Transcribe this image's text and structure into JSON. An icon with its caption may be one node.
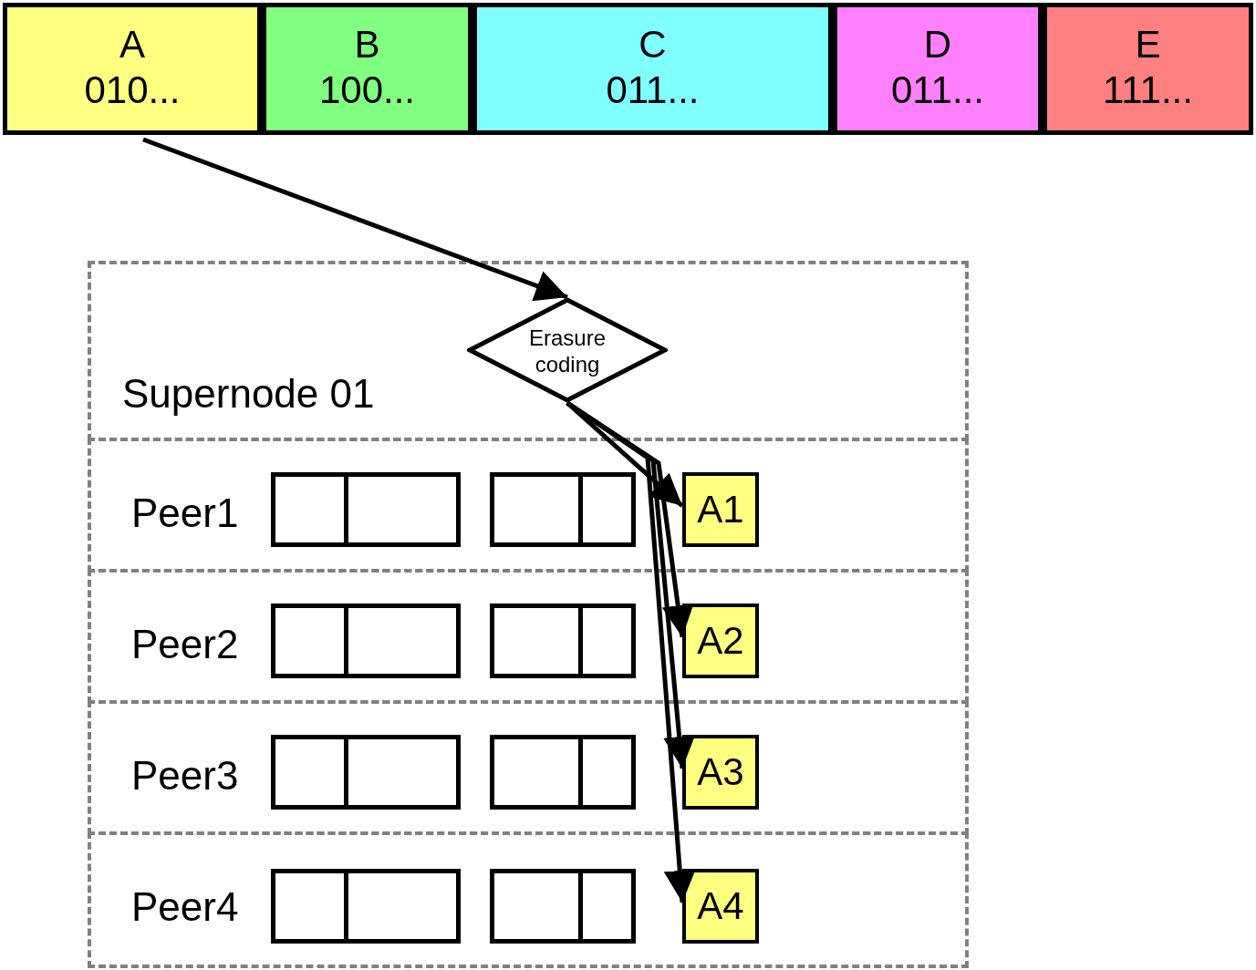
{
  "diagram": {
    "nodes": [
      {
        "text": [
          "A",
          "010..."
        ]
      },
      {
        "text": [
          "B",
          "100..."
        ]
      },
      {
        "text": [
          "C",
          "011..."
        ]
      },
      {
        "text": [
          "D",
          "011..."
        ]
      },
      {
        "text": [
          "E",
          "111..."
        ]
      },
      {
        "text": [
          "Supernode 01"
        ]
      },
      {
        "text": [
          "Erasure coding"
        ],
        "in": 5
      },
      {
        "text": [
          "Peer1"
        ]
      },
      {
        "text": [],
        "shape": "box",
        "in": 7
      },
      {
        "text": [],
        "shape": "box",
        "in": 7
      },
      {
        "text": [
          "A1"
        ],
        "in": 7
      },
      {
        "text": [
          "Peer2"
        ]
      },
      {
        "text": [],
        "shape": "box",
        "in": 11
      },
      {
        "text": [],
        "shape": "box",
        "in": 11
      },
      {
        "text": [
          "A2"
        ],
        "in": 11
      },
      {
        "text": [
          "Peer3"
        ]
      },
      {
        "text": [],
        "shape": "box",
        "in": 15
      },
      {
        "text": [],
        "shape": "box",
        "in": 15
      },
      {
        "text": [
          "A3"
        ],
        "in": 15
      },
      {
        "text": [
          "Peer4"
        ]
      },
      {
        "text": [],
        "shape": "box",
        "in": 19
      },
      {
        "text": [],
        "shape": "box",
        "in": 19
      },
      {
        "text": [
          "A4"
        ],
        "in": 19
      }
    ],
    "edges": [
      {
        "from": 0,
        "to": 6,
        "arrow": "to"
      },
      {
        "from": 6,
        "to": 10,
        "arrow": "to"
      },
      {
        "from": 6,
        "to": 14,
        "arrow": "to"
      },
      {
        "from": 6,
        "to": 18,
        "arrow": "to"
      },
      {
        "from": 6,
        "to": 22,
        "arrow": "to"
      }
    ]
  }
}
